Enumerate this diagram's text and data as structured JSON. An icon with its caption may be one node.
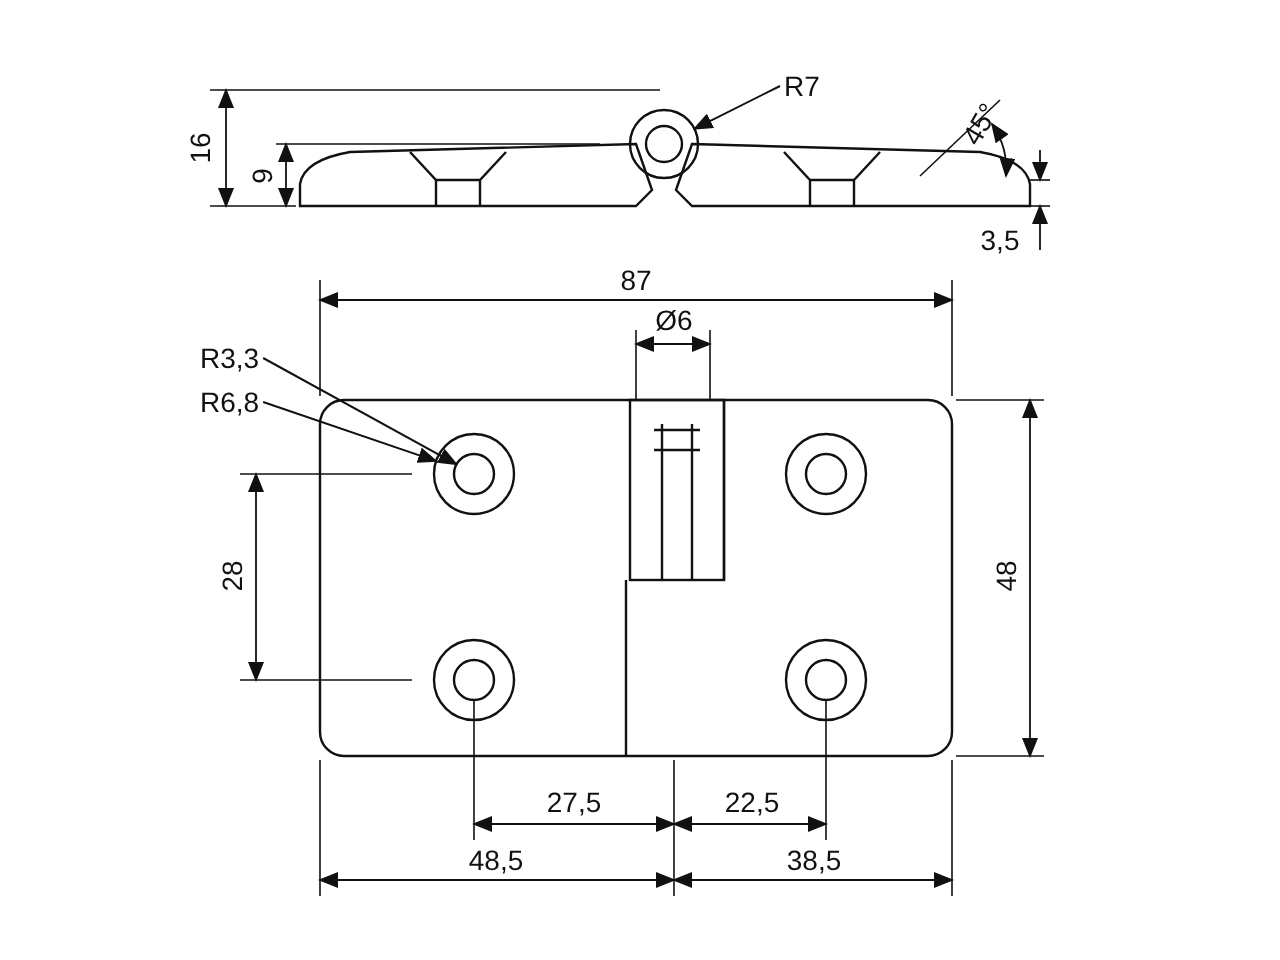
{
  "diagram": {
    "nodes": [
      {
        "text": [
          "R7"
        ]
      },
      {
        "text": [],
        "shape": "circle"
      },
      {
        "text": [
          "R3,3"
        ]
      },
      {
        "text": [
          "R6,8"
        ]
      },
      {
        "text": [],
        "shape": "circle",
        "in": 5
      },
      {
        "text": [],
        "shape": "circle"
      }
    ],
    "edges": [
      {
        "from": 0,
        "to": 1,
        "arrow": "to"
      },
      {
        "from": 2,
        "to": 4,
        "arrow": "to"
      },
      {
        "from": 3,
        "to": 5,
        "arrow": "to"
      }
    ],
    "labels": [
      "45°",
      "16",
      "9",
      "3,5",
      "87",
      "Ø6",
      "28",
      "48",
      "27,5",
      "22,5",
      "48,5",
      "38,5"
    ]
  }
}
